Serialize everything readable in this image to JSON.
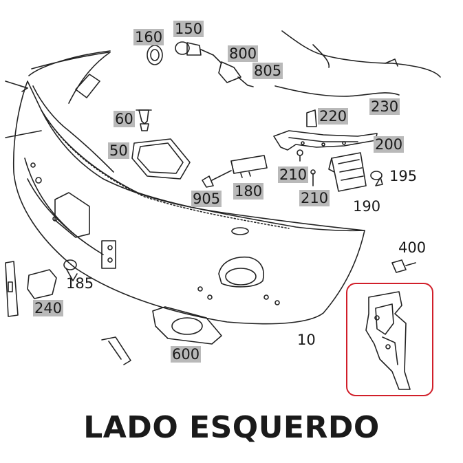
{
  "diagram": {
    "title": "LADO ESQUERDO",
    "highlight_color": "#d11f2a",
    "label_shade_color": "#b9b9b9",
    "callouts": [
      {
        "id": "c160",
        "text": "160",
        "shaded": true
      },
      {
        "id": "c150",
        "text": "150",
        "shaded": true
      },
      {
        "id": "c800",
        "text": "800",
        "shaded": true
      },
      {
        "id": "c805",
        "text": "805",
        "shaded": true
      },
      {
        "id": "c230",
        "text": "230",
        "shaded": true
      },
      {
        "id": "c60",
        "text": "60",
        "shaded": true
      },
      {
        "id": "c220",
        "text": "220",
        "shaded": true
      },
      {
        "id": "c50",
        "text": "50",
        "shaded": true
      },
      {
        "id": "c200",
        "text": "200",
        "shaded": true
      },
      {
        "id": "c210a",
        "text": "210",
        "shaded": true
      },
      {
        "id": "c195",
        "text": "195",
        "shaded": false
      },
      {
        "id": "c180",
        "text": "180",
        "shaded": true
      },
      {
        "id": "c905",
        "text": "905",
        "shaded": true
      },
      {
        "id": "c210b",
        "text": "210",
        "shaded": true
      },
      {
        "id": "c190",
        "text": "190",
        "shaded": false
      },
      {
        "id": "c400",
        "text": "400",
        "shaded": false
      },
      {
        "id": "c185",
        "text": "185",
        "shaded": false
      },
      {
        "id": "c240",
        "text": "240",
        "shaded": true
      },
      {
        "id": "c10",
        "text": "10",
        "shaded": false
      },
      {
        "id": "c600",
        "text": "600",
        "shaded": true
      }
    ]
  }
}
